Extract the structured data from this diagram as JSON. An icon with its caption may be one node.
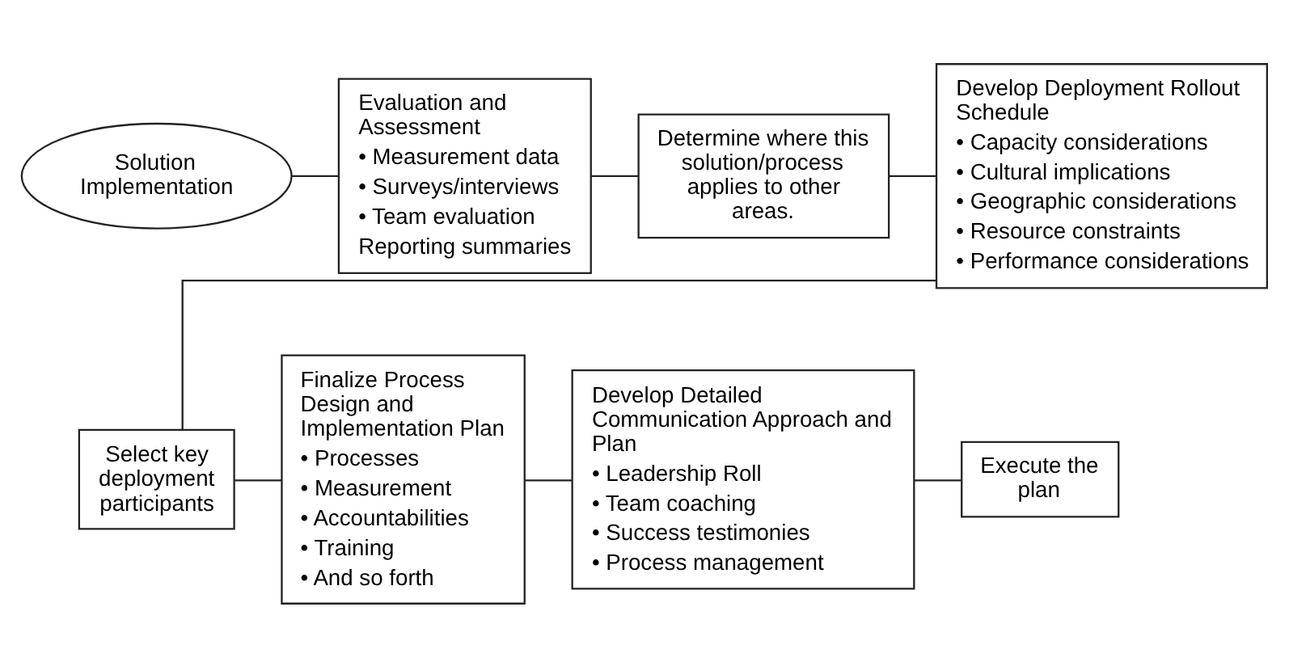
{
  "diagram": {
    "nodes": [
      {
        "text": [
          "Solution Implementation"
        ]
      },
      {
        "text": [
          "Evaluation and Assessment",
          "• Measurement data",
          "• Surveys/interviews",
          "• Team evaluation",
          "Reporting summaries"
        ]
      },
      {
        "text": [
          "Determine where this solution/process applies to other areas."
        ]
      },
      {
        "text": [
          "Develop Deployment Rollout Schedule",
          "• Capacity considerations",
          "• Cultural implications",
          "• Geographic considerations",
          "• Resource constraints",
          "• Performance considerations"
        ]
      },
      {
        "text": [
          "Select key deployment participants"
        ]
      },
      {
        "text": [
          "Finalize Process Design and Implementation Plan",
          "• Processes",
          "• Measurement",
          "• Accountabilities",
          "• Training",
          "• And so forth"
        ]
      },
      {
        "text": [
          "Develop Detailed Communication Approach and Plan",
          "• Leadership Roll",
          "• Team coaching",
          "• Success testimonies",
          "• Process management"
        ]
      },
      {
        "text": [
          "Execute the plan"
        ]
      }
    ],
    "edges": [
      {
        "from": 0,
        "to": 1,
        "arrow": "none"
      },
      {
        "from": 1,
        "to": 2,
        "arrow": "none"
      },
      {
        "from": 2,
        "to": 3,
        "arrow": "none"
      },
      {
        "from": 3,
        "to": 4,
        "arrow": "none"
      },
      {
        "from": 4,
        "to": 5,
        "arrow": "none"
      },
      {
        "from": 5,
        "to": 6,
        "arrow": "none"
      },
      {
        "from": 6,
        "to": 7,
        "arrow": "none"
      }
    ]
  }
}
